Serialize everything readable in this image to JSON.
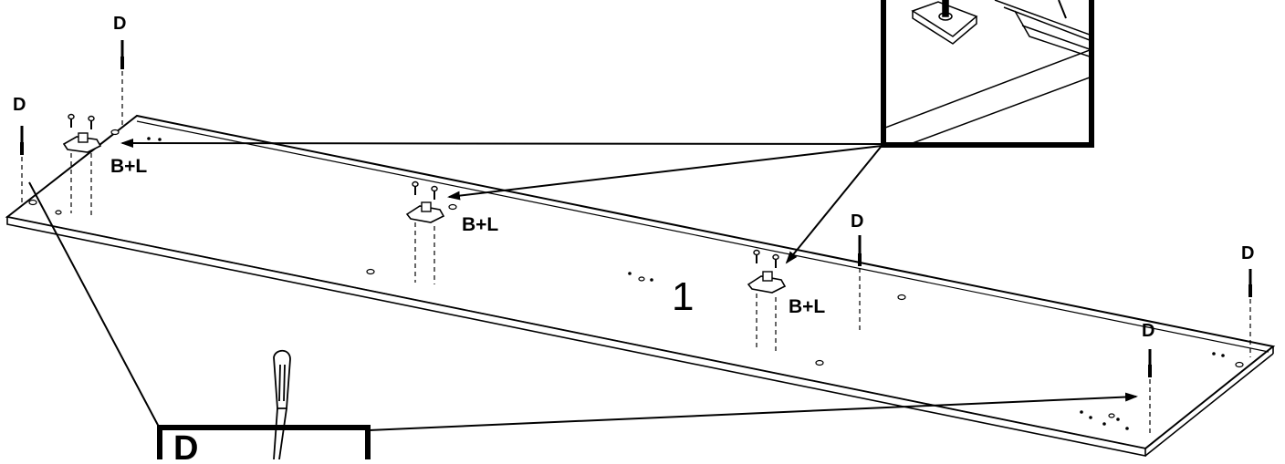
{
  "screw_labels": [
    "D",
    "D",
    "D",
    "D",
    "D"
  ],
  "bracket_labels": [
    "B+L",
    "B+L",
    "B+L"
  ],
  "panel_number": "1",
  "zoom_callout_label": "D",
  "icons": {
    "tool": "screwdriver-icon",
    "detail": "magnified-detail-inset"
  }
}
